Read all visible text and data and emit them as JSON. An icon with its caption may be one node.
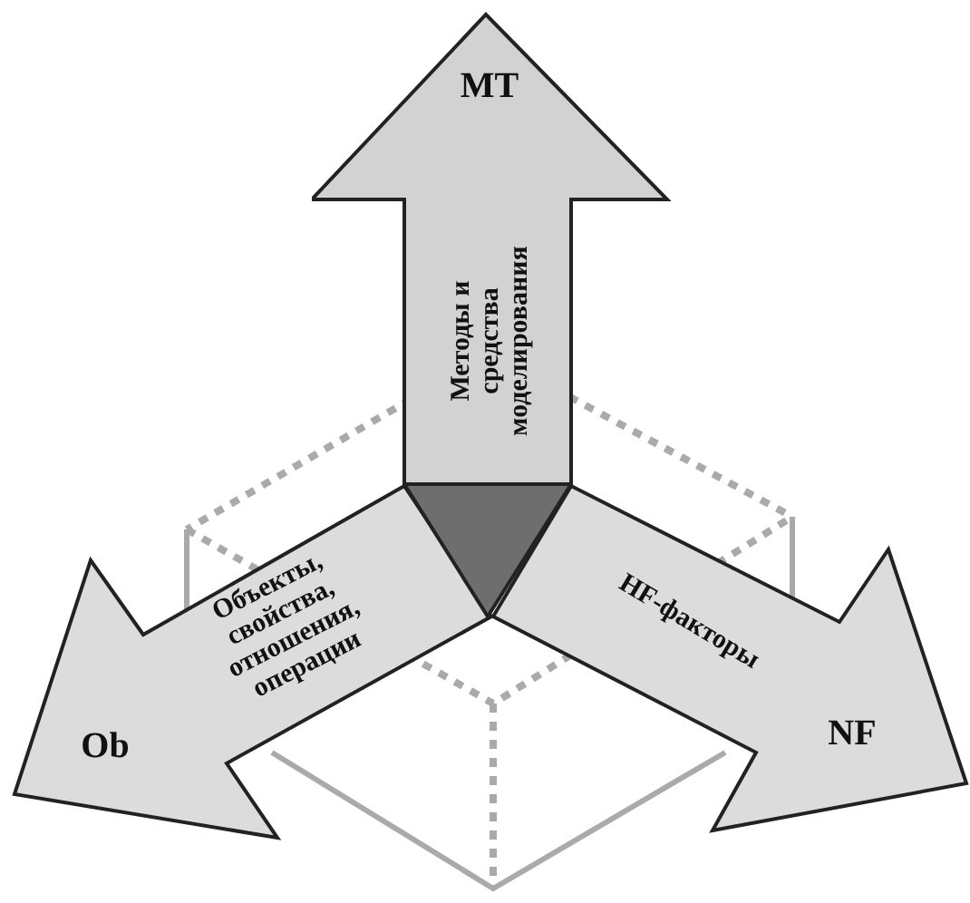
{
  "diagram": {
    "nodes": [
      {
        "text": [
          "MT",
          "Методы и средства моделирования"
        ]
      },
      {
        "text": [
          "Ob",
          "Объекты, свойства, отношения, операции"
        ]
      },
      {
        "text": [
          "NF",
          "HF-факторы"
        ]
      },
      {
        "text": [],
        "shape": "triangle"
      }
    ]
  }
}
